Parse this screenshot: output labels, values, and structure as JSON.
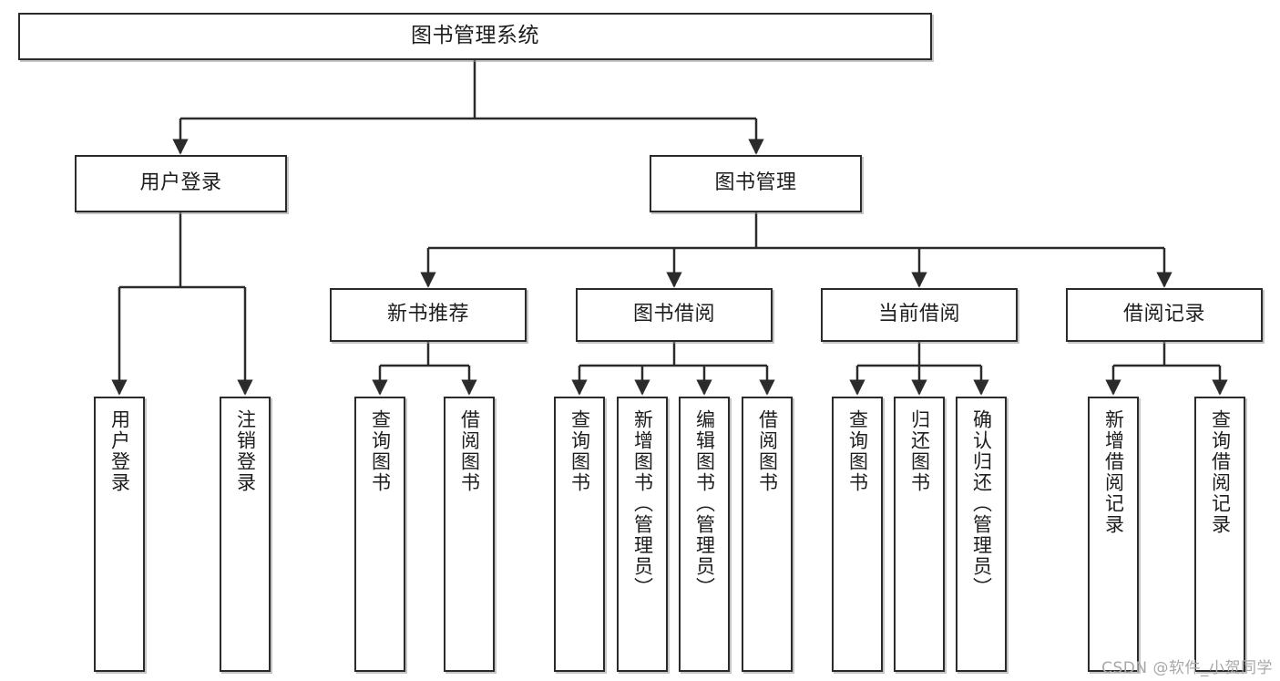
{
  "diagram": {
    "type": "hierarchy-tree",
    "title": "图书管理系统",
    "orientation": "top-down",
    "colors": {
      "stroke": "#2b2b2b",
      "fill": "#ffffff",
      "text": "#1d1d1d",
      "watermark": "#a8a8a8"
    }
  },
  "nodes": {
    "root": {
      "label": "图书管理系统"
    },
    "level2": [
      {
        "id": "user-login",
        "label": "用户登录"
      },
      {
        "id": "book-manage",
        "label": "图书管理"
      }
    ],
    "level3": [
      {
        "id": "new-book-recommend",
        "label": "新书推荐"
      },
      {
        "id": "book-borrow",
        "label": "图书借阅"
      },
      {
        "id": "current-borrow",
        "label": "当前借阅"
      },
      {
        "id": "borrow-record",
        "label": "借阅记录"
      }
    ],
    "leaves": {
      "user-login": [
        {
          "id": "leaf-user-login",
          "label": "用户登录"
        },
        {
          "id": "leaf-logout-login",
          "label": "注销登录"
        }
      ],
      "new-book-recommend": [
        {
          "id": "leaf-query-book-1",
          "label": "查询图书"
        },
        {
          "id": "leaf-borrow-book-1",
          "label": "借阅图书"
        }
      ],
      "book-borrow": [
        {
          "id": "leaf-query-book-2",
          "label": "查询图书"
        },
        {
          "id": "leaf-add-book",
          "label": "新增图书（管理员）"
        },
        {
          "id": "leaf-edit-book",
          "label": "编辑图书（管理员）"
        },
        {
          "id": "leaf-borrow-book-2",
          "label": "借阅图书"
        }
      ],
      "current-borrow": [
        {
          "id": "leaf-query-book-3",
          "label": "查询图书"
        },
        {
          "id": "leaf-return-book",
          "label": "归还图书"
        },
        {
          "id": "leaf-confirm-return",
          "label": "确认归还（管理员）"
        }
      ],
      "borrow-record": [
        {
          "id": "leaf-add-record",
          "label": "新增借阅记录"
        },
        {
          "id": "leaf-query-record",
          "label": "查询借阅记录"
        }
      ]
    }
  },
  "watermark": {
    "text": "CSDN @软件_小贺同学"
  }
}
